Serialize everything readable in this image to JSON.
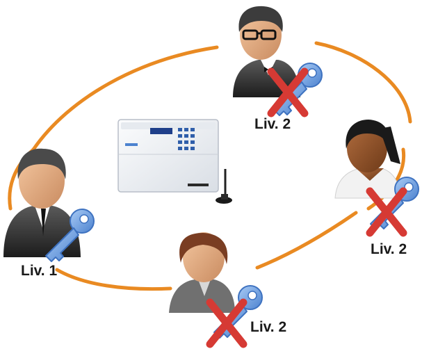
{
  "diagram": {
    "colors": {
      "ring": "#e98a22",
      "key": "#6aa0e2",
      "key_dark": "#3e72c0",
      "cross": "#d63a34",
      "panel": "#eef1f5",
      "display": "#1f3f8a"
    },
    "persons": [
      {
        "id": "p1",
        "level_label": "Liv. 1",
        "access": "granted",
        "figure": "man-suit-tie"
      },
      {
        "id": "p2",
        "level_label": "Liv. 2",
        "access": "denied",
        "figure": "man-glasses-bowtie"
      },
      {
        "id": "p3",
        "level_label": "Liv. 2",
        "access": "denied",
        "figure": "woman-white-top"
      },
      {
        "id": "p4",
        "level_label": "Liv. 2",
        "access": "denied",
        "figure": "woman-grey-jacket"
      }
    ],
    "center_device": {
      "icon": "alarm-control-panel-icon",
      "antenna": true
    }
  }
}
